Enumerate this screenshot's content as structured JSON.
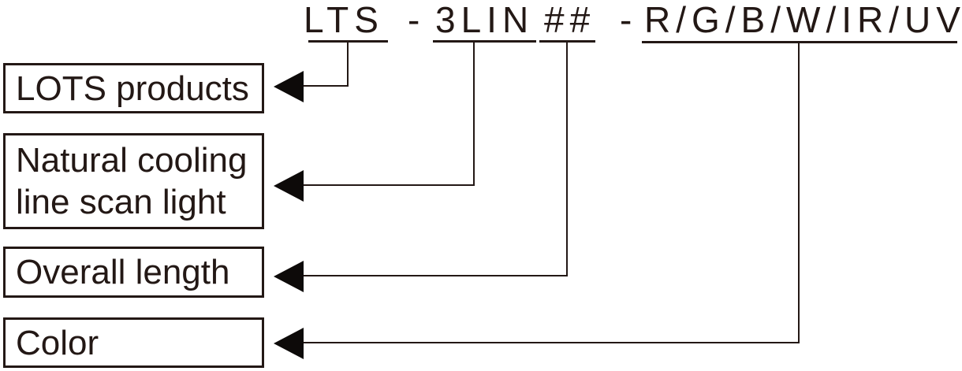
{
  "product_code": {
    "prefix": "LTS",
    "separator1": "-",
    "series": "3LIN",
    "length_placeholder": "##",
    "separator2": "-",
    "color_options": "R/G/B/W/IR/UV"
  },
  "legend": {
    "lots_products": {
      "label": "LOTS products"
    },
    "natural_cooling": {
      "line1": "Natural cooling",
      "line2": "line scan light"
    },
    "overall_length": {
      "label": "Overall length"
    },
    "color": {
      "label": "Color"
    }
  },
  "colors": {
    "ink": "#231815",
    "arrow": "#0d0a09",
    "background": "#ffffff"
  }
}
